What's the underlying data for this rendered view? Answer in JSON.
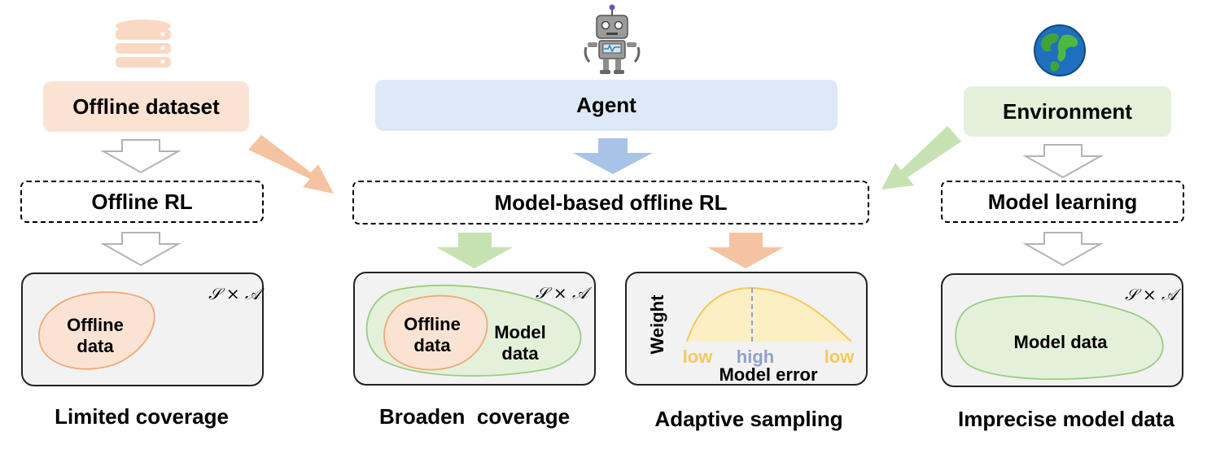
{
  "colors": {
    "offline": "#fbe3d4",
    "agent": "#dde9f6",
    "environment": "#e3f1da",
    "arrow_gray": "#ffffff",
    "arrow_orange": "#f5c3a2",
    "arrow_green": "#c6e2b2",
    "arrow_blue": "#a9c3e8",
    "curve_fill": "#fdefc4",
    "curve_line": "#f4c95d"
  },
  "icons": [
    "database-icon",
    "robot-icon",
    "globe-icon"
  ],
  "top": {
    "offline_dataset": "Offline dataset",
    "agent": "Agent",
    "environment": "Environment"
  },
  "middle": {
    "offline_rl": "Offline RL",
    "model_based": "Model-based offline RL",
    "model_learning": "Model learning"
  },
  "panels": {
    "space_label": "𝒮 × 𝒜",
    "limited": {
      "offline": "Offline data"
    },
    "broaden": {
      "offline": "Offline data",
      "model": "Model data"
    },
    "adaptive": {
      "ylabel": "Weight",
      "xlabel": "Model error",
      "low_left": "low",
      "high": "high",
      "low_right": "low"
    },
    "imprecise": {
      "model": "Model data"
    }
  },
  "captions": {
    "limited": "Limited coverage",
    "broaden": "Broaden  coverage",
    "adaptive": "Adaptive sampling",
    "imprecise": "Imprecise model data"
  }
}
